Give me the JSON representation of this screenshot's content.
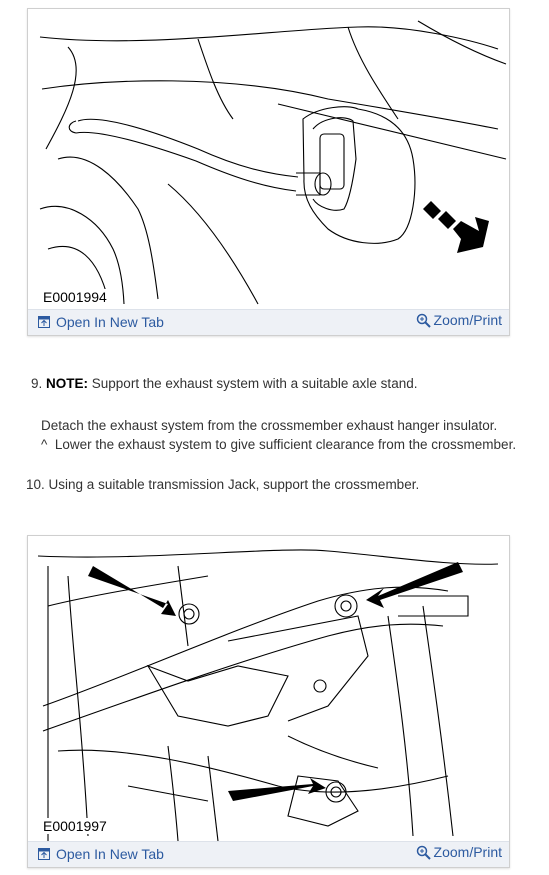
{
  "figures": [
    {
      "code": "E0001994",
      "open_label": "Open In New Tab",
      "zoom_label": "Zoom/Print"
    },
    {
      "code": "E0001997",
      "open_label": "Open In New Tab",
      "zoom_label": "Zoom/Print"
    }
  ],
  "step9": {
    "number": "9.",
    "note_label": "NOTE:",
    "note_text": " Support the exhaust system with a suitable axle stand.",
    "detail": "Detach the exhaust system from the crossmember exhaust hanger insulator.",
    "bullet_marker": "^",
    "bullet_text": "Lower the exhaust system to give sufficient clearance from the crossmember."
  },
  "step10": {
    "number": "10.",
    "text": "Using a suitable transmission Jack, support the crossmember."
  },
  "colors": {
    "link": "#2c5aa0",
    "bar_bg": "#eef1f6"
  }
}
